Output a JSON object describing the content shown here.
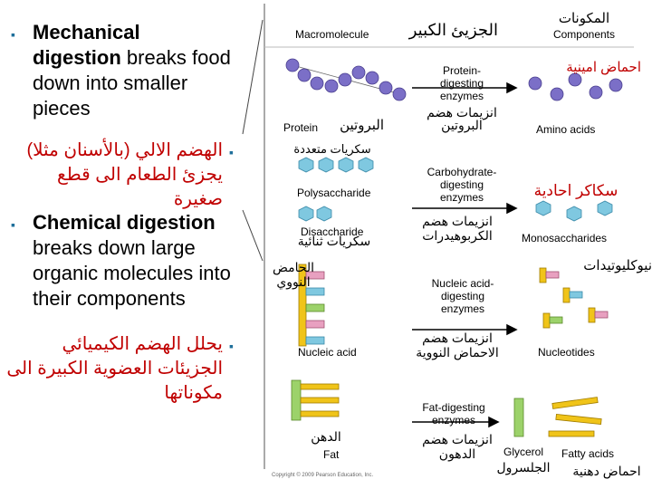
{
  "left": {
    "b1_bold": "Mechanical digestion",
    "b1_rest": " breaks food down into smaller pieces",
    "b2_ar_line1": "الهضم الالي (بالأسنان مثلا)",
    "b2_ar_line2": "يجزئ الطعام الى قطع صغيرة",
    "b3_bold": "Chemical digestion",
    "b3_rest": " breaks down large organic molecules into their components",
    "b4_ar": "يحلل الهضم الكيميائي الجزيئات العضوية الكبيرة الى مكوناتها"
  },
  "header": {
    "macro_en": "Macromolecule",
    "macro_ar": "الجزيئ الكبير",
    "comp_ar": "المكونات",
    "comp_en": "Components"
  },
  "rows": {
    "protein": {
      "enzyme_en": "Protein-\ndigesting\nenzymes",
      "enzyme_ar": "انزيمات هضم\nالبروتين",
      "macro_en": "Protein",
      "macro_ar": "البروتين",
      "comp_ar": "احماض امينية",
      "comp_en": "Amino acids"
    },
    "carb": {
      "poly_ar": "سكريات متعددة",
      "poly_en": "Polysaccharide",
      "enzyme_en": "Carbohydrate-\ndigesting\nenzymes",
      "comp_ar": "سكاكر احادية",
      "di_en": "Disaccharide",
      "di_ar": "سكريات ثنائية",
      "enzyme_ar": "انزيمات هضم\nالكربوهيدرات",
      "comp_en": "Monosaccharides"
    },
    "nucleic": {
      "macro_ar": "الحامض\nالنووي",
      "comp_ar": "نيوكليوتيدات",
      "enzyme_en": "Nucleic acid-\ndigesting\nenzymes",
      "macro_en": "Nucleic acid",
      "enzyme_ar": "انزيمات هضم\nالاحماض النووية",
      "comp_en": "Nucleotides"
    },
    "fat": {
      "enzyme_en": "Fat-digesting\nenzymes",
      "enzyme_ar": "انزيمات هضم\nالدهون",
      "macro_ar": "الدهن",
      "macro_en": "Fat",
      "glycerol_en": "Glycerol",
      "glycerol_ar": "الجلسرول",
      "fatty_en": "Fatty acids",
      "fatty_ar": "احماض دهنية"
    }
  },
  "footer": {
    "copyright": "Copyright © 2009 Pearson Education, Inc."
  },
  "colors": {
    "bullet": "#1f6f9b",
    "arabic_red": "#c00000",
    "amino_purple": "#7b6fc7",
    "sugar_blue": "#7fc8e0",
    "nucleotide_yellow": "#f0c419",
    "nucleotide_pink": "#e8a0c0",
    "fat_green": "#9cd26a"
  }
}
